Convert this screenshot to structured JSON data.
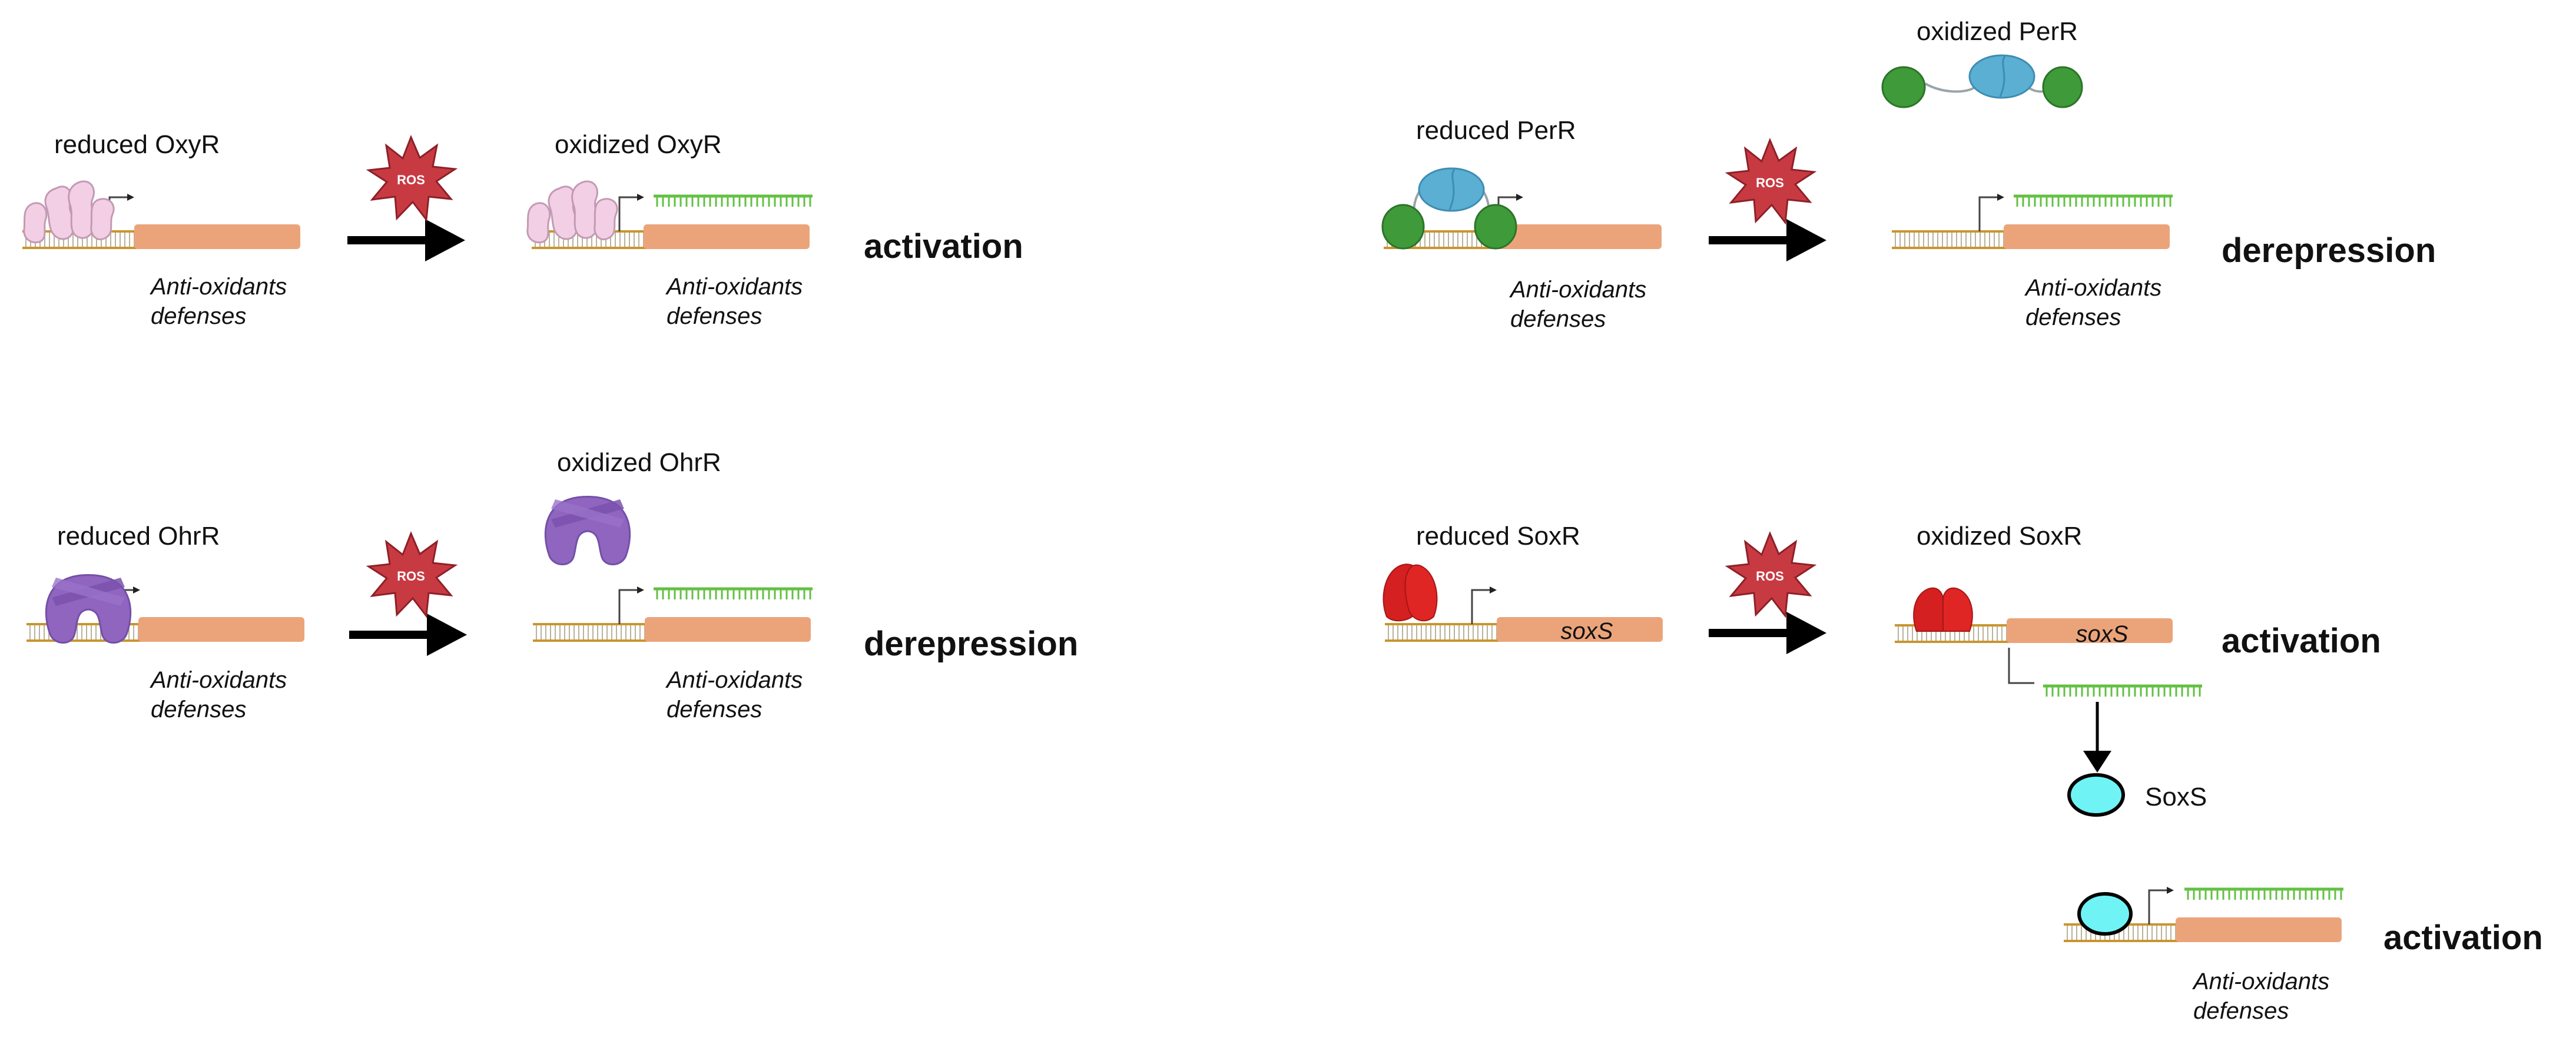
{
  "gene_label_line1": "Anti-oxidants",
  "gene_label_line2": "defenses",
  "ros_label": "ROS",
  "colors": {
    "gene_body": "#eba47a",
    "dna_backbone": "#c9952f",
    "mrna": "#63c043",
    "ros_star": "#c83a42",
    "oxyr": "#f3cfe6",
    "ohrr": "#8f65bf",
    "perr_zinc_domain": "#5aafd3",
    "perr_dna_domain": "#3f9a3a",
    "soxr": "#d42020",
    "soxs": "#6ff3f5"
  },
  "oxyr": {
    "reduced_label": "reduced OxyR",
    "oxidized_label": "oxidized OxyR",
    "outcome": "activation"
  },
  "ohrr": {
    "reduced_label": "reduced OhrR",
    "oxidized_label": "oxidized OhrR",
    "outcome": "derepression"
  },
  "perr": {
    "reduced_label": "reduced PerR",
    "oxidized_label": "oxidized PerR",
    "outcome": "derepression"
  },
  "soxr": {
    "reduced_label": "reduced SoxR",
    "oxidized_label": "oxidized SoxR",
    "gene_label": "soxS",
    "outcome": "activation",
    "soxs_label": "SoxS",
    "final_outcome": "activation"
  }
}
